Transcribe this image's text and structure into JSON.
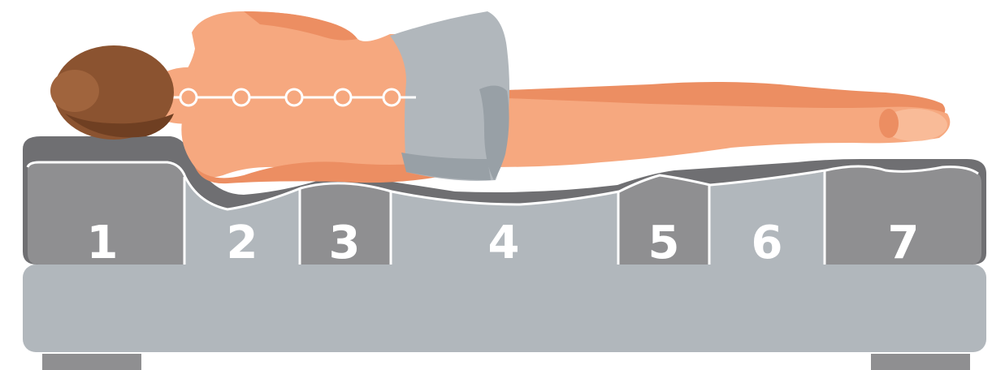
{
  "zones": [
    {
      "number": "1",
      "shade": "dark"
    },
    {
      "number": "2",
      "shade": "light"
    },
    {
      "number": "3",
      "shade": "dark"
    },
    {
      "number": "4",
      "shade": "light"
    },
    {
      "number": "5",
      "shade": "dark"
    },
    {
      "number": "6",
      "shade": "light"
    },
    {
      "number": "7",
      "shade": "dark"
    }
  ],
  "colors": {
    "zone_dark": "#8f8f91",
    "zone_light": "#b1b7bc",
    "mattress_top": "#6f6f72",
    "base": "#b1b7bc",
    "legs": "#8f8f91",
    "skin": "#f6a87f",
    "skin_shadow": "#ec8e62",
    "skin_light": "#f9bb98",
    "hair": "#8b5330",
    "hair_highlight": "#a0643d",
    "shorts": "#b1b7bc",
    "shorts_shadow": "#98a0a6",
    "spine_line": "#ffffff"
  },
  "spine_vertebrae_count": 5
}
